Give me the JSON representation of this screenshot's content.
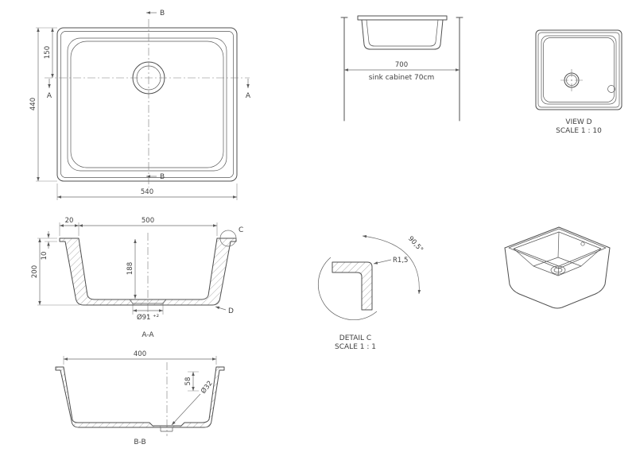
{
  "plan": {
    "dim_depth": "440",
    "dim_drain_y": "150",
    "dim_width": "540",
    "marker_a": "A",
    "marker_b": "B"
  },
  "front": {
    "dim_width": "700",
    "caption": "sink cabinet 70cm"
  },
  "view_d": {
    "title": "VIEW D",
    "scale": "SCALE 1 : 10"
  },
  "section_aa": {
    "label": "A-A",
    "dim_opening": "500",
    "dim_flange_w": "20",
    "dim_rim_thickness": "10",
    "dim_height": "200",
    "dim_inner_depth": "188",
    "dim_drain": "Ø91 ⁺²",
    "marker_c": "C",
    "marker_d": "D"
  },
  "detail_c": {
    "title": "DETAIL C",
    "scale": "SCALE 1 : 1",
    "dim_radius": "R1,5",
    "dim_angle": "90,5°"
  },
  "section_bb": {
    "label": "B-B",
    "dim_opening": "400",
    "dim_drain_offset": "58",
    "dim_drain_hole": "Ø32"
  }
}
